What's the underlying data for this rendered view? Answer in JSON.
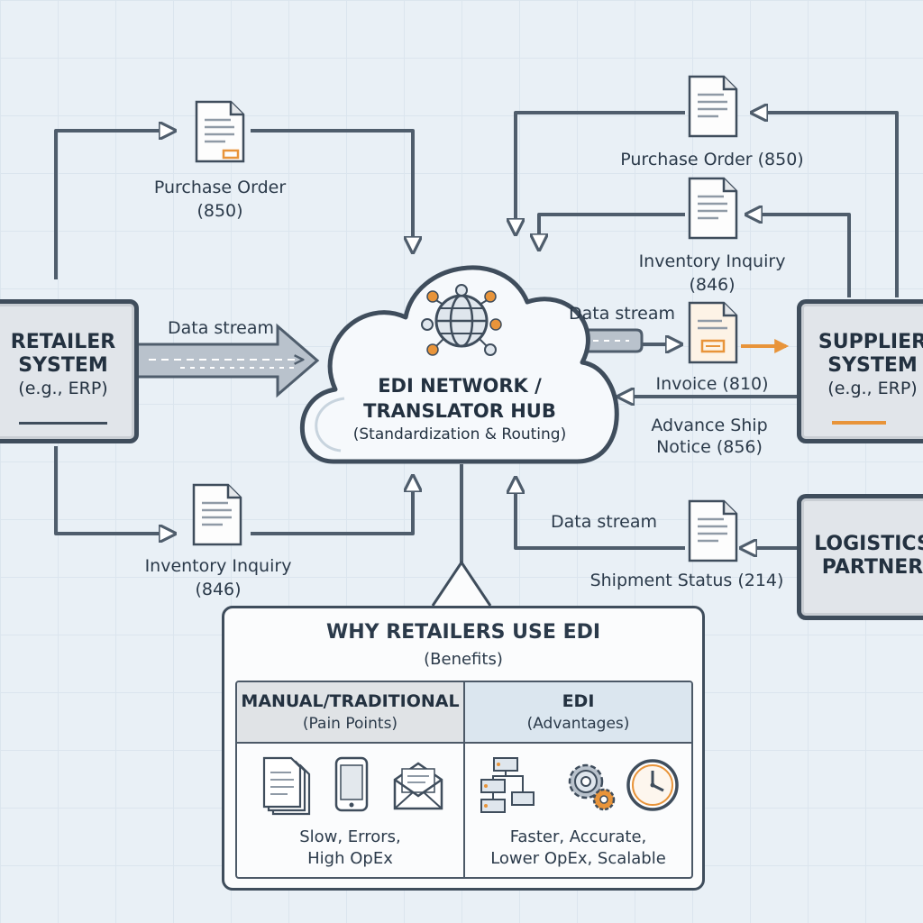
{
  "retailer": {
    "title_line1": "RETAILER",
    "title_line2": "SYSTEM",
    "subtitle": "(e.g., ERP)"
  },
  "supplier": {
    "title_line1": "SUPPLIER",
    "title_line2": "SYSTEM",
    "subtitle": "(e.g., ERP)"
  },
  "logistics": {
    "title_line1": "LOGISTICS",
    "title_line2": "PARTNER"
  },
  "hub": {
    "title_line1": "EDI NETWORK /",
    "title_line2": "TRANSLATOR HUB",
    "subtitle": "(Standardization & Routing)"
  },
  "flows": {
    "retailer_po": {
      "line1": "Purchase Order",
      "line2": "(850)"
    },
    "retailer_stream": "Data stream",
    "retailer_inv": {
      "line1": "Inventory Inquiry",
      "line2": "(846)"
    },
    "supplier_po": "Purchase Order (850)",
    "supplier_inv": {
      "line1": "Inventory Inquiry",
      "line2": "(846)"
    },
    "supplier_stream": "Data stream",
    "invoice": "Invoice (810)",
    "asn": {
      "line1": "Advance Ship",
      "line2": "Notice (856)"
    },
    "logistics_stream": "Data stream",
    "shipment": "Shipment Status (214)"
  },
  "benefits": {
    "title": "WHY RETAILERS USE EDI",
    "subtitle": "(Benefits)",
    "manual": {
      "title": "MANUAL/TRADITIONAL",
      "subtitle": "(Pain Points)",
      "desc_line1": "Slow, Errors,",
      "desc_line2": "High OpEx"
    },
    "edi": {
      "title": "EDI",
      "subtitle": "(Advantages)",
      "desc_line1": "Faster, Accurate,",
      "desc_line2": "Lower OpEx, Scalable"
    }
  },
  "colors": {
    "line": "#4f5d6c",
    "accent": "#e8943a",
    "bg": "#e9f0f6"
  },
  "icons": [
    "document-icon",
    "globe-network-icon",
    "phone-icon",
    "envelope-icon",
    "server-icon",
    "gears-icon",
    "clock-icon"
  ]
}
